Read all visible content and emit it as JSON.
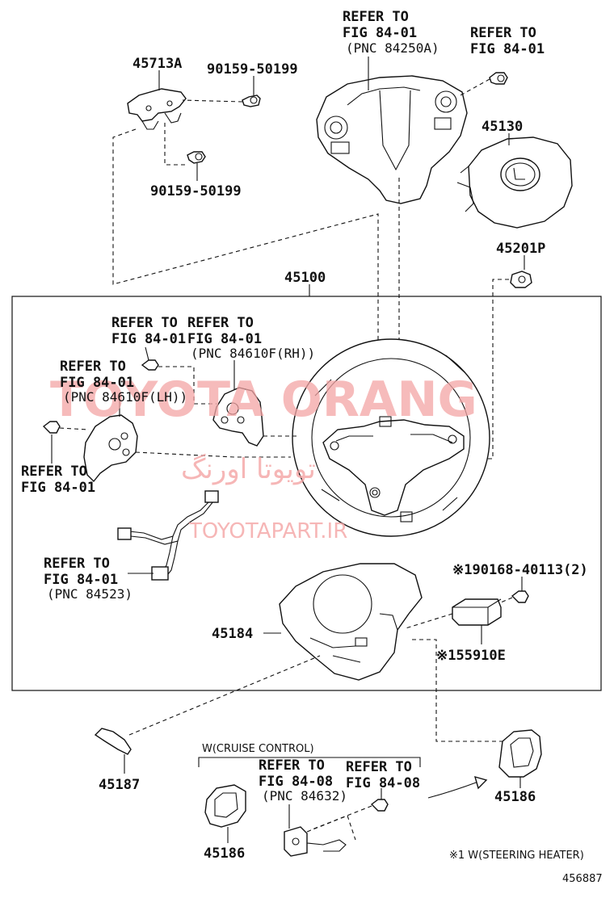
{
  "labels": {
    "p45713a": "45713A",
    "p90159_a": "90159-50199",
    "p90159_b": "90159-50199",
    "p45130": "45130",
    "p45201p": "45201P",
    "p45100": "45100",
    "p45184": "45184",
    "p55910e": "※155910E",
    "p90168": "※190168-40113(2)",
    "p45187": "45187",
    "p45186_left": "45186",
    "p45186_right": "45186",
    "cruise_note": "W(CRUISE CONTROL)",
    "heater_note": "※1 W(STEERING HEATER)",
    "fig_number": "456887"
  },
  "refs": {
    "top_center": [
      "REFER TO",
      "FIG 84-01",
      "(PNC 84250A)"
    ],
    "top_right": [
      "REFER TO",
      "FIG 84-01"
    ],
    "switch_left_top": [
      "REFER TO",
      "FIG 84-01"
    ],
    "switch_rh": [
      "REFER TO",
      "FIG 84-01",
      "(PNC 84610F(RH))"
    ],
    "switch_lh": [
      "REFER TO",
      "FIG 84-01",
      "(PNC 84610F(LH))"
    ],
    "screw_left": [
      "REFER TO",
      "FIG 84-01"
    ],
    "harness": [
      "REFER TO",
      "FIG 84-01",
      "(PNC 84523)"
    ],
    "cruise_a": [
      "REFER TO",
      "FIG 84-08",
      "(PNC 84632)"
    ],
    "cruise_b": [
      "REFER TO",
      "FIG 84-08"
    ]
  },
  "watermark": {
    "main": "TOYOTA ORANG",
    "arabic": "تویوتا اورنگ",
    "site": "TOYOTAPART.IR",
    "color": "#f4a5a5"
  }
}
